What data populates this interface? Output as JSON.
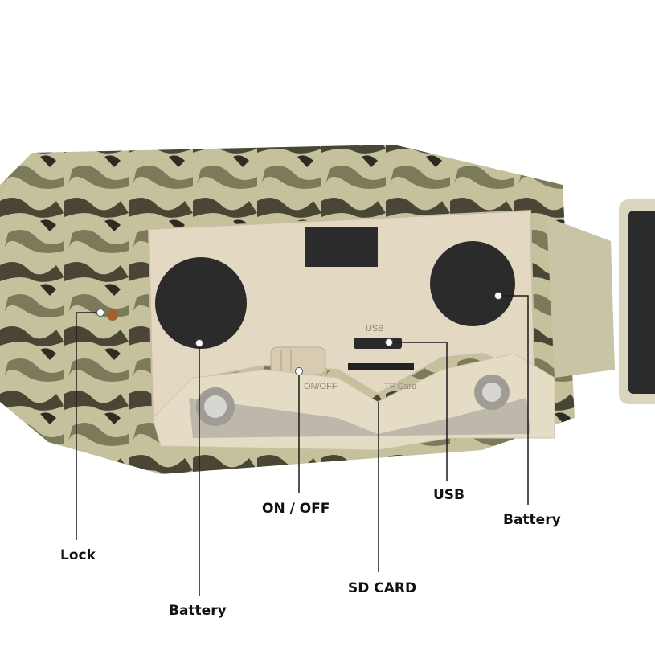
{
  "labels": {
    "lock": "Lock",
    "battery_left": "Battery",
    "on_off": "ON / OFF",
    "sd_card": "SD CARD",
    "usb": "USB",
    "battery_right": "Battery"
  },
  "device_print": {
    "usb": "USB",
    "on_off": "ON/OFF",
    "tf_card": "TF Card"
  },
  "colors": {
    "panel": "#e3d9c2",
    "camo_light": "#c9c6a4",
    "camo_dark": "#3e3b2f",
    "callout_line": "#1a1a1a"
  }
}
